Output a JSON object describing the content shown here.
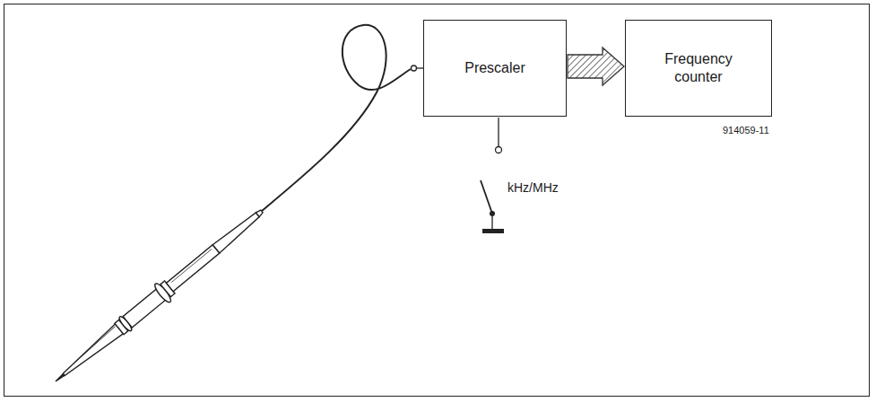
{
  "diagram": {
    "nodes": [
      {
        "text": [
          "Prescaler"
        ]
      },
      {
        "text": [
          "Frequency counter"
        ]
      }
    ],
    "edges": [
      {
        "from": 0,
        "to": 1,
        "arrow": "to"
      }
    ],
    "labels": [
      "kHz/MHz",
      "914059-11"
    ]
  }
}
